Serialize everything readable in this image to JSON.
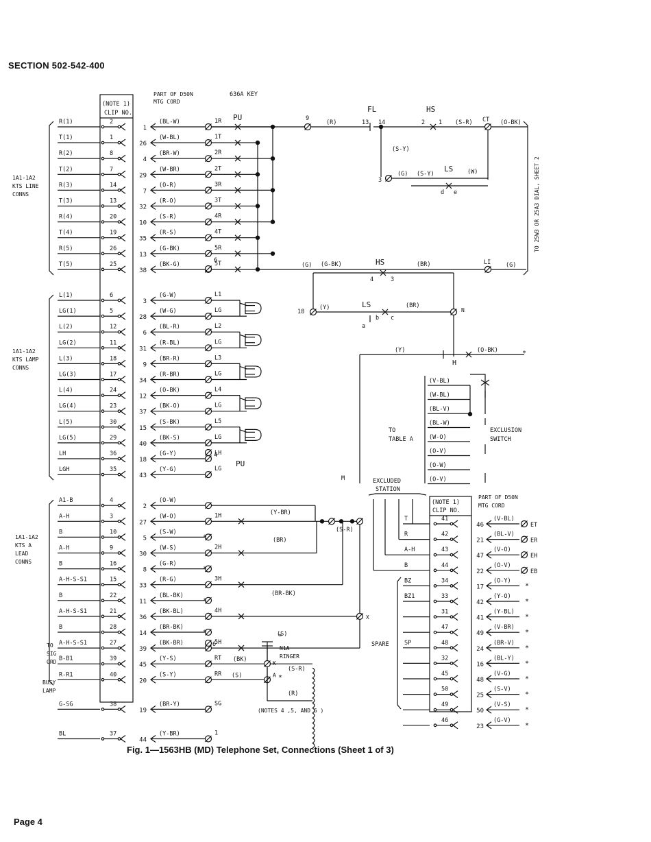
{
  "page": {
    "section_title": "SECTION 502-542-400",
    "figure_caption": "Fig. 1—1563HB (MD) Telephone Set, Connections (Sheet 1 of 3)",
    "page_number": "Page 4"
  },
  "diagram": {
    "left_clip_header": [
      "(NOTE 1)",
      "CLIP NO."
    ],
    "d50n_header": [
      "PART OF D50N",
      "MTG CORD"
    ],
    "key_header": "636A KEY",
    "group_labels": {
      "line": [
        "1A1-1A2",
        "KTS LINE",
        "CONNS"
      ],
      "lamp": [
        "1A1-1A2",
        "KTS LAMP",
        "CONNS"
      ],
      "lead": [
        "1A1-1A2",
        "KTS A",
        "LEAD",
        "CONNS"
      ],
      "sig": [
        "TO",
        "SIG",
        "GRD"
      ],
      "busy": [
        "BUSY",
        "LAMP"
      ]
    },
    "rows": [
      {
        "lead": "R(1)",
        "clip": "2",
        "pin": "1",
        "wire": "(BL-W)",
        "term": "1R"
      },
      {
        "lead": "T(1)",
        "clip": "1",
        "pin": "26",
        "wire": "(W-BL)",
        "term": "1T"
      },
      {
        "lead": "R(2)",
        "clip": "8",
        "pin": "4",
        "wire": "(BR-W)",
        "term": "2R"
      },
      {
        "lead": "T(2)",
        "clip": "7",
        "pin": "29",
        "wire": "(W-BR)",
        "term": "2T"
      },
      {
        "lead": "R(3)",
        "clip": "14",
        "pin": "7",
        "wire": "(O-R)",
        "term": "3R"
      },
      {
        "lead": "T(3)",
        "clip": "13",
        "pin": "32",
        "wire": "(R-O)",
        "term": "3T"
      },
      {
        "lead": "R(4)",
        "clip": "20",
        "pin": "10",
        "wire": "(S-R)",
        "term": "4R"
      },
      {
        "lead": "T(4)",
        "clip": "19",
        "pin": "35",
        "wire": "(R-S)",
        "term": "4T"
      },
      {
        "lead": "R(5)",
        "clip": "26",
        "pin": "13",
        "wire": "(G-BK)",
        "term": "5R"
      },
      {
        "lead": "T(5)",
        "clip": "25",
        "pin": "38",
        "wire": "(BK-G)",
        "term": "5T"
      },
      {
        "lead": "L(1)",
        "clip": "6",
        "pin": "3",
        "wire": "(G-W)",
        "term": "L1"
      },
      {
        "lead": "LG(1)",
        "clip": "5",
        "pin": "28",
        "wire": "(W-G)",
        "term": "LG"
      },
      {
        "lead": "L(2)",
        "clip": "12",
        "pin": "6",
        "wire": "(BL-R)",
        "term": "L2"
      },
      {
        "lead": "LG(2)",
        "clip": "11",
        "pin": "31",
        "wire": "(R-BL)",
        "term": "LG"
      },
      {
        "lead": "L(3)",
        "clip": "18",
        "pin": "9",
        "wire": "(BR-R)",
        "term": "L3"
      },
      {
        "lead": "LG(3)",
        "clip": "17",
        "pin": "34",
        "wire": "(R-BR)",
        "term": "LG"
      },
      {
        "lead": "L(4)",
        "clip": "24",
        "pin": "12",
        "wire": "(O-BK)",
        "term": "L4"
      },
      {
        "lead": "LG(4)",
        "clip": "23",
        "pin": "37",
        "wire": "(BK-O)",
        "term": "LG"
      },
      {
        "lead": "L(5)",
        "clip": "30",
        "pin": "15",
        "wire": "(S-BK)",
        "term": "L5"
      },
      {
        "lead": "LG(5)",
        "clip": "29",
        "pin": "40",
        "wire": "(BK-S)",
        "term": "LG"
      },
      {
        "lead": "LH",
        "clip": "36",
        "pin": "18",
        "wire": "(G-Y)",
        "term": "LH"
      },
      {
        "lead": "LGH",
        "clip": "35",
        "pin": "43",
        "wire": "(Y-G)",
        "term": "LG"
      },
      {
        "lead": "A1-B",
        "clip": "4",
        "pin": "2",
        "wire": "(O-W)",
        "term": ""
      },
      {
        "lead": "A-H",
        "clip": "3",
        "pin": "27",
        "wire": "(W-O)",
        "term": "1H"
      },
      {
        "lead": "B",
        "clip": "10",
        "pin": "5",
        "wire": "(S-W)",
        "term": ""
      },
      {
        "lead": "A-H",
        "clip": "9",
        "pin": "30",
        "wire": "(W-S)",
        "term": "2H"
      },
      {
        "lead": "B",
        "clip": "16",
        "pin": "8",
        "wire": "(G-R)",
        "term": ""
      },
      {
        "lead": "A-H-S-S1",
        "clip": "15",
        "pin": "33",
        "wire": "(R-G)",
        "term": "3H"
      },
      {
        "lead": "B",
        "clip": "22",
        "pin": "11",
        "wire": "(BL-BK)",
        "term": ""
      },
      {
        "lead": "A-H-S-S1",
        "clip": "21",
        "pin": "36",
        "wire": "(BK-BL)",
        "term": "4H"
      },
      {
        "lead": "B",
        "clip": "28",
        "pin": "14",
        "wire": "(BR-BK)",
        "term": ""
      },
      {
        "lead": "A-H-S-S1",
        "clip": "27",
        "pin": "39",
        "wire": "(BK-BR)",
        "term": "5H"
      },
      {
        "lead": "B-B1",
        "clip": "39",
        "pin": "45",
        "wire": "(Y-S)",
        "term": "RT"
      },
      {
        "lead": "R-R1",
        "clip": "40",
        "pin": "20",
        "wire": "(S-Y)",
        "term": "RR"
      },
      {
        "lead": "G-SG",
        "clip": "38",
        "pin": "19",
        "wire": "(BR-Y)",
        "term": "SG"
      },
      {
        "lead": "BL",
        "clip": "37",
        "pin": "44",
        "wire": "(Y-BR)",
        "term": "1"
      }
    ],
    "labels": {
      "pu": "PU",
      "fl": "FL",
      "hs": "HS",
      "ls": "LS",
      "ct": "CT",
      "li": "LI",
      "n": "N",
      "h": "H",
      "m": "M",
      "x": "X",
      "t6": "6",
      "t4": "4",
      "t6b": "6",
      "t9": "9",
      "t13": "13",
      "t14": "14",
      "t2": "2",
      "t1": "1",
      "t3": "3",
      "t18": "18",
      "hs4": "4",
      "hs3": "3",
      "ls_b": "b",
      "ls_c": "c",
      "ls_a": "a",
      "ls_d": "d",
      "ls_e": "e",
      "w_r": "(R)",
      "w_sr": "(S-R)",
      "w_obk": "(O-BK)",
      "w_sy": "(S-Y)",
      "w_g": "(G)",
      "w_sy2": "(S-Y)",
      "w_w": "(W)",
      "w_g2": "(G)",
      "w_g3": "(G)",
      "w_gbk": "(G-BK)",
      "w_br": "(BR)",
      "w_y": "(Y)",
      "w_br2": "(BR)",
      "w_y2": "(Y)",
      "w_obk2": "(O-BK)",
      "w_ybr": "(Y-BR)",
      "w_sr2": "(S-R)",
      "w_br3": "(BR)",
      "w_brbk": "(BR-BK)",
      "w_bk": "(BK)",
      "w_s": "(S)",
      "w_s2": "(S)",
      "w_sr3": "(S-R)",
      "w_r2": "(R)",
      "to_25w3": "TO 25W3 OR 25A3 DIAL, SHEET 2",
      "ringer": [
        "N1A",
        "RINGER"
      ],
      "ringer_a": "A",
      "ringer_k": "K",
      "notes": "(NOTES 4 ,5, AND 6 )",
      "to_table": [
        "TO",
        "TABLE A"
      ],
      "excl_switch": [
        "EXCLUSION",
        "SWITCH"
      ],
      "excl_station": [
        "EXCLUDED",
        "STATION"
      ],
      "spare": "SPARE"
    },
    "excl_wires": [
      "(V-BL)",
      "(W-BL)",
      "(BL-V)",
      "(BL-W)",
      "(W-O)",
      "(O-V)",
      "(O-W)",
      "(O-V)"
    ],
    "right_clip_header": [
      "(NOTE 1)",
      "CLIP NO."
    ],
    "right_d50n_header": [
      "PART OF D50N",
      "MTG CORD"
    ],
    "right_rows": [
      {
        "lead": "T",
        "clip": "41",
        "pin": "46",
        "wire": "(V-BL)",
        "term": "ET"
      },
      {
        "lead": "R",
        "clip": "42",
        "pin": "21",
        "wire": "(BL-V)",
        "term": "ER"
      },
      {
        "lead": "A-H",
        "clip": "43",
        "pin": "47",
        "wire": "(V-O)",
        "term": "EH"
      },
      {
        "lead": "B",
        "clip": "44",
        "pin": "22",
        "wire": "(O-V)",
        "term": "EB"
      },
      {
        "lead": "BZ",
        "clip": "34",
        "pin": "17",
        "wire": "(O-Y)",
        "term": ""
      },
      {
        "lead": "BZ1",
        "clip": "33",
        "pin": "42",
        "wire": "(Y-O)",
        "term": ""
      },
      {
        "lead": "",
        "clip": "31",
        "pin": "41",
        "wire": "(Y-BL)",
        "term": ""
      },
      {
        "lead": "",
        "clip": "47",
        "pin": "49",
        "wire": "(V-BR)",
        "term": ""
      },
      {
        "lead": "SP",
        "clip": "48",
        "pin": "24",
        "wire": "(BR-V)",
        "term": ""
      },
      {
        "lead": "",
        "clip": "32",
        "pin": "16",
        "wire": "(BL-Y)",
        "term": ""
      },
      {
        "lead": "",
        "clip": "45",
        "pin": "48",
        "wire": "(V-G)",
        "term": ""
      },
      {
        "lead": "",
        "clip": "50",
        "pin": "25",
        "wire": "(S-V)",
        "term": ""
      },
      {
        "lead": "",
        "clip": "49",
        "pin": "50",
        "wire": "(V-S)",
        "term": ""
      },
      {
        "lead": "",
        "clip": "46",
        "pin": "23",
        "wire": "(G-V)",
        "term": ""
      }
    ]
  }
}
